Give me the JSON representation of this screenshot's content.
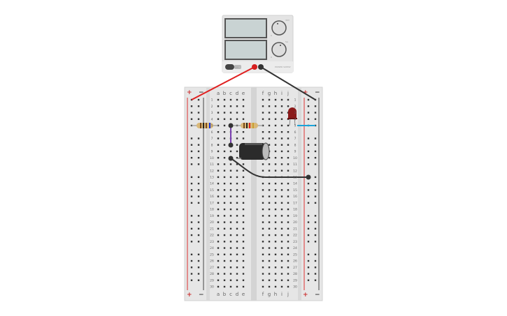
{
  "power_supply": {
    "button_label": "ON",
    "brand": "POWER SUPPLY",
    "knob_labels": [
      "0",
      "30V",
      "0",
      "5A"
    ]
  },
  "breadboard": {
    "columns_left": [
      "a",
      "b",
      "c",
      "d",
      "e"
    ],
    "columns_right": [
      "f",
      "g",
      "h",
      "i",
      "j"
    ],
    "rows": 30,
    "plus": "+",
    "minus": "−"
  },
  "colors": {
    "red_wire": "#e02020",
    "black_wire": "#333333",
    "purple_wire": "#7a3fb0",
    "blue_wire": "#1aa3d9",
    "led": "#8b1a1a"
  }
}
